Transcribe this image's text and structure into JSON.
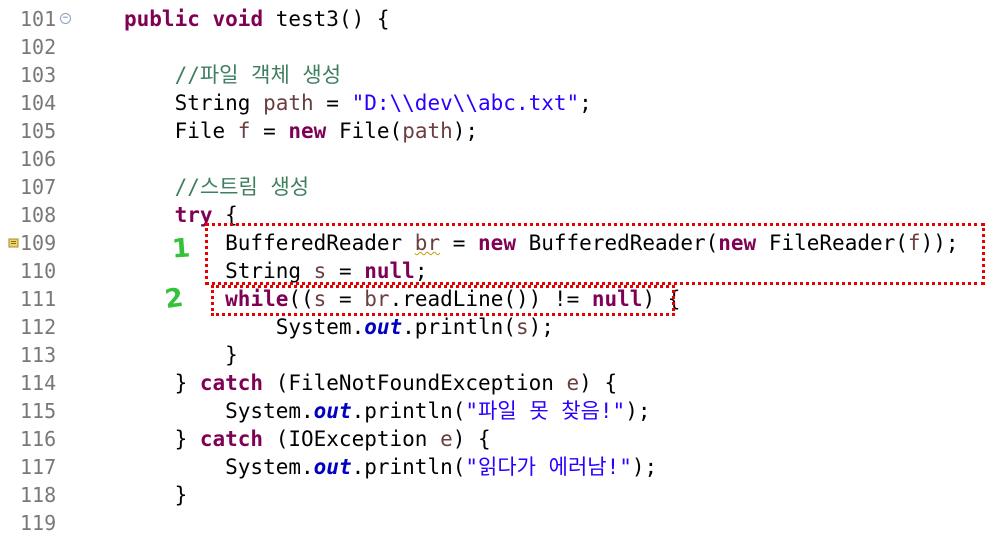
{
  "editor": {
    "lines": [
      {
        "num": "101",
        "parts": [
          [
            "kw",
            "public"
          ],
          [
            "",
            " "
          ],
          [
            "kw",
            "void"
          ],
          [
            "",
            " test3() {"
          ]
        ]
      },
      {
        "num": "102",
        "parts": []
      },
      {
        "num": "103",
        "parts": [
          [
            "",
            "    "
          ],
          [
            "cm",
            "//파일 객체 생성"
          ]
        ]
      },
      {
        "num": "104",
        "parts": [
          [
            "",
            "    String "
          ],
          [
            "var",
            "path"
          ],
          [
            "",
            " = "
          ],
          [
            "str",
            "\"D:\\\\dev\\\\abc.txt\""
          ],
          [
            "",
            ";"
          ]
        ]
      },
      {
        "num": "105",
        "parts": [
          [
            "",
            "    File "
          ],
          [
            "var",
            "f"
          ],
          [
            "",
            " = "
          ],
          [
            "kw",
            "new"
          ],
          [
            "",
            " File("
          ],
          [
            "var",
            "path"
          ],
          [
            "",
            ");"
          ]
        ]
      },
      {
        "num": "106",
        "parts": []
      },
      {
        "num": "107",
        "parts": [
          [
            "",
            "    "
          ],
          [
            "cm",
            "//스트림 생성"
          ]
        ]
      },
      {
        "num": "108",
        "parts": [
          [
            "",
            "    "
          ],
          [
            "kw",
            "try"
          ],
          [
            "",
            " {"
          ]
        ]
      },
      {
        "num": "109",
        "parts": [
          [
            "",
            "        BufferedReader "
          ],
          [
            "var squig",
            "br"
          ],
          [
            "",
            " = "
          ],
          [
            "kw",
            "new"
          ],
          [
            "",
            " BufferedReader("
          ],
          [
            "kw",
            "new"
          ],
          [
            "",
            " FileReader("
          ],
          [
            "var",
            "f"
          ],
          [
            "",
            "));"
          ]
        ]
      },
      {
        "num": "110",
        "parts": [
          [
            "",
            "        String "
          ],
          [
            "var",
            "s"
          ],
          [
            "",
            " = "
          ],
          [
            "kw",
            "null"
          ],
          [
            "",
            ";"
          ]
        ]
      },
      {
        "num": "111",
        "parts": [
          [
            "",
            "        "
          ],
          [
            "kw",
            "while"
          ],
          [
            "",
            "(("
          ],
          [
            "var",
            "s"
          ],
          [
            "",
            " = "
          ],
          [
            "var",
            "br"
          ],
          [
            "",
            ".readLine()) != "
          ],
          [
            "kw",
            "null"
          ],
          [
            "",
            ") {"
          ]
        ]
      },
      {
        "num": "112",
        "parts": [
          [
            "",
            "            System."
          ],
          [
            "fld",
            "out"
          ],
          [
            "",
            ".println("
          ],
          [
            "var",
            "s"
          ],
          [
            "",
            ");"
          ]
        ]
      },
      {
        "num": "113",
        "parts": [
          [
            "",
            "        }"
          ]
        ]
      },
      {
        "num": "114",
        "parts": [
          [
            "",
            "    } "
          ],
          [
            "kw",
            "catch"
          ],
          [
            "",
            " (FileNotFoundException "
          ],
          [
            "var",
            "e"
          ],
          [
            "",
            ") {"
          ]
        ]
      },
      {
        "num": "115",
        "parts": [
          [
            "",
            "        System."
          ],
          [
            "fld",
            "out"
          ],
          [
            "",
            ".println("
          ],
          [
            "str",
            "\"파일 못 찾음!\""
          ],
          [
            "",
            ");"
          ]
        ]
      },
      {
        "num": "116",
        "parts": [
          [
            "",
            "    } "
          ],
          [
            "kw",
            "catch"
          ],
          [
            "",
            " (IOException "
          ],
          [
            "var",
            "e"
          ],
          [
            "",
            ") {"
          ]
        ]
      },
      {
        "num": "117",
        "parts": [
          [
            "",
            "        System."
          ],
          [
            "fld",
            "out"
          ],
          [
            "",
            ".println("
          ],
          [
            "str",
            "\"읽다가 에러남!\""
          ],
          [
            "",
            ");"
          ]
        ]
      },
      {
        "num": "118",
        "parts": [
          [
            "",
            "    }"
          ]
        ]
      },
      {
        "num": "119",
        "parts": []
      }
    ]
  },
  "annotations": {
    "mark_1": "1",
    "mark_2": "2"
  },
  "colors": {
    "keyword": "#7f0055",
    "string": "#2a00ff",
    "comment": "#3f7f5f",
    "field": "#0000c0",
    "variable": "#6a3e3e",
    "line_number": "#787878",
    "annotation_box": "#e60000",
    "annotation_mark": "#34c23a"
  }
}
